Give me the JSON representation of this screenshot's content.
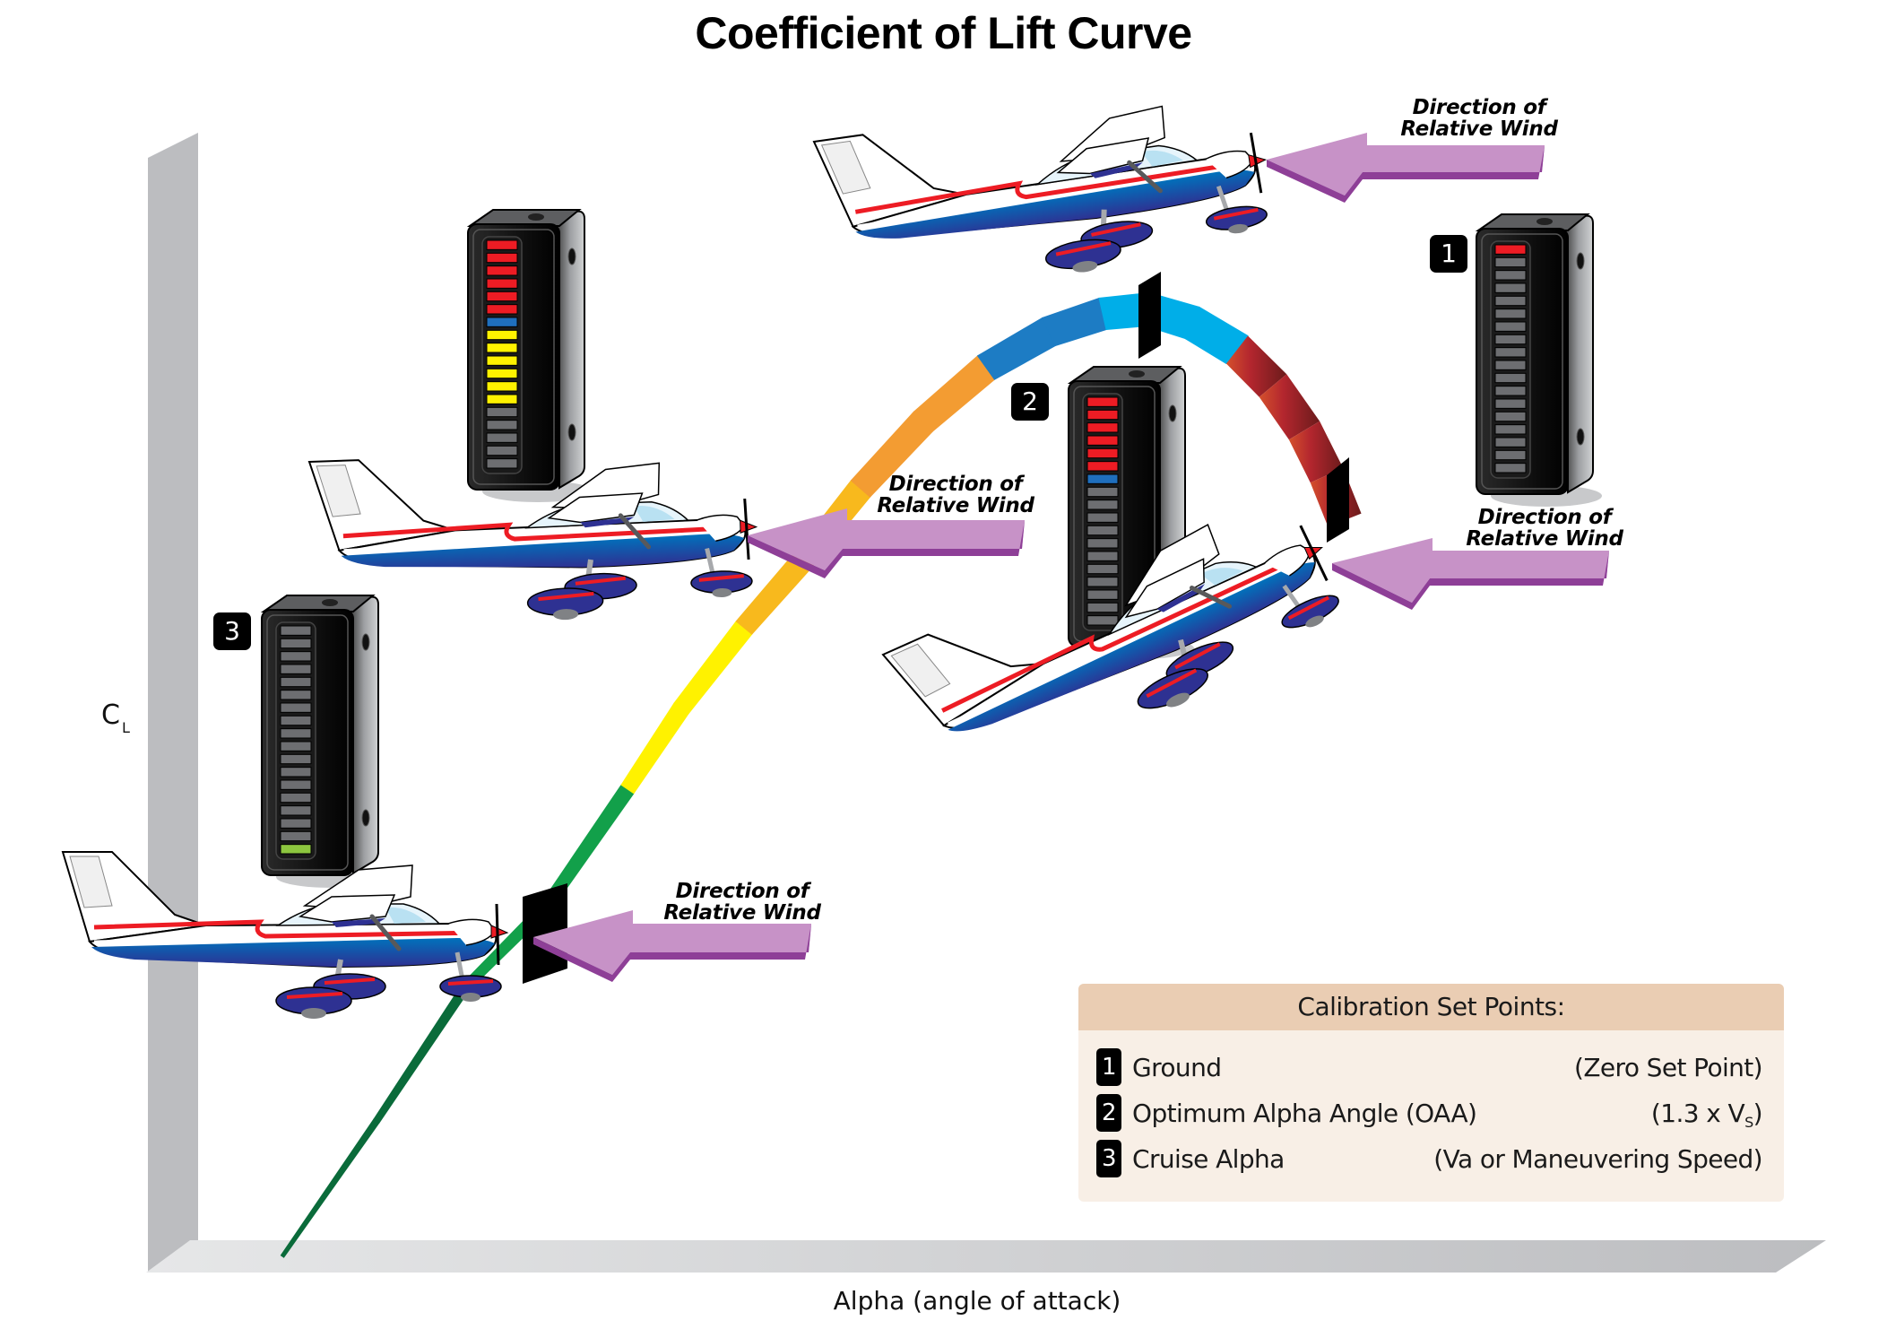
{
  "title": "Coefficient of Lift Curve",
  "axes": {
    "x_label": "Alpha (angle of attack)",
    "y_label_main": "C",
    "y_label_sub": "L"
  },
  "wind_label": {
    "line1": "Direction of",
    "line2": "Relative Wind"
  },
  "curve": {
    "description": "Coefficient of lift vs angle of attack; rises linearly, peaks, then drops (stall)",
    "color_bands": [
      "#0a6b3a",
      "#12a04a",
      "#fff200",
      "#f8b91d",
      "#f39c32",
      "#1d7cc4",
      "#00aee8",
      "#c0492f",
      "#7f1f1f"
    ]
  },
  "colors": {
    "arrow_face": "#c792c7",
    "arrow_side": "#8e3f97",
    "axis_gray": "#bcbdc0",
    "legend_bg": "#f8efe6",
    "legend_head": "#eacdb3",
    "led_red": "#ed1c24",
    "led_blue": "#1f6fbd",
    "led_yellow": "#fff200",
    "led_green": "#8dc63f",
    "led_off": "#6d6e71"
  },
  "indicators": [
    {
      "id": "top-left",
      "badge": "",
      "segments": [
        "red",
        "red",
        "red",
        "red",
        "red",
        "red",
        "blue",
        "yellow",
        "yellow",
        "yellow",
        "yellow",
        "yellow",
        "yellow",
        "off",
        "off",
        "off",
        "off",
        "off"
      ]
    },
    {
      "id": "cruise",
      "badge": "3",
      "segments": [
        "off",
        "off",
        "off",
        "off",
        "off",
        "off",
        "off",
        "off",
        "off",
        "off",
        "off",
        "off",
        "off",
        "off",
        "off",
        "off",
        "off",
        "green"
      ]
    },
    {
      "id": "oaa",
      "badge": "2",
      "segments": [
        "red",
        "red",
        "red",
        "red",
        "red",
        "red",
        "blue",
        "off",
        "off",
        "off",
        "off",
        "off",
        "off",
        "off",
        "off",
        "off",
        "off",
        "off"
      ]
    },
    {
      "id": "ground",
      "badge": "1",
      "segments": [
        "red",
        "off",
        "off",
        "off",
        "off",
        "off",
        "off",
        "off",
        "off",
        "off",
        "off",
        "off",
        "off",
        "off",
        "off",
        "off",
        "off",
        "off"
      ]
    }
  ],
  "legend": {
    "title": "Calibration Set Points:",
    "items": [
      {
        "num": "1",
        "label": "Ground",
        "value": "(Zero Set Point)",
        "value_sub": ""
      },
      {
        "num": "2",
        "label": "Optimum Alpha Angle (OAA)",
        "value": "(1.3 x V",
        "value_sub": "S",
        "value_end": ")"
      },
      {
        "num": "3",
        "label": "Cruise Alpha",
        "value": "(Va or Maneuvering Speed)",
        "value_sub": ""
      }
    ]
  }
}
